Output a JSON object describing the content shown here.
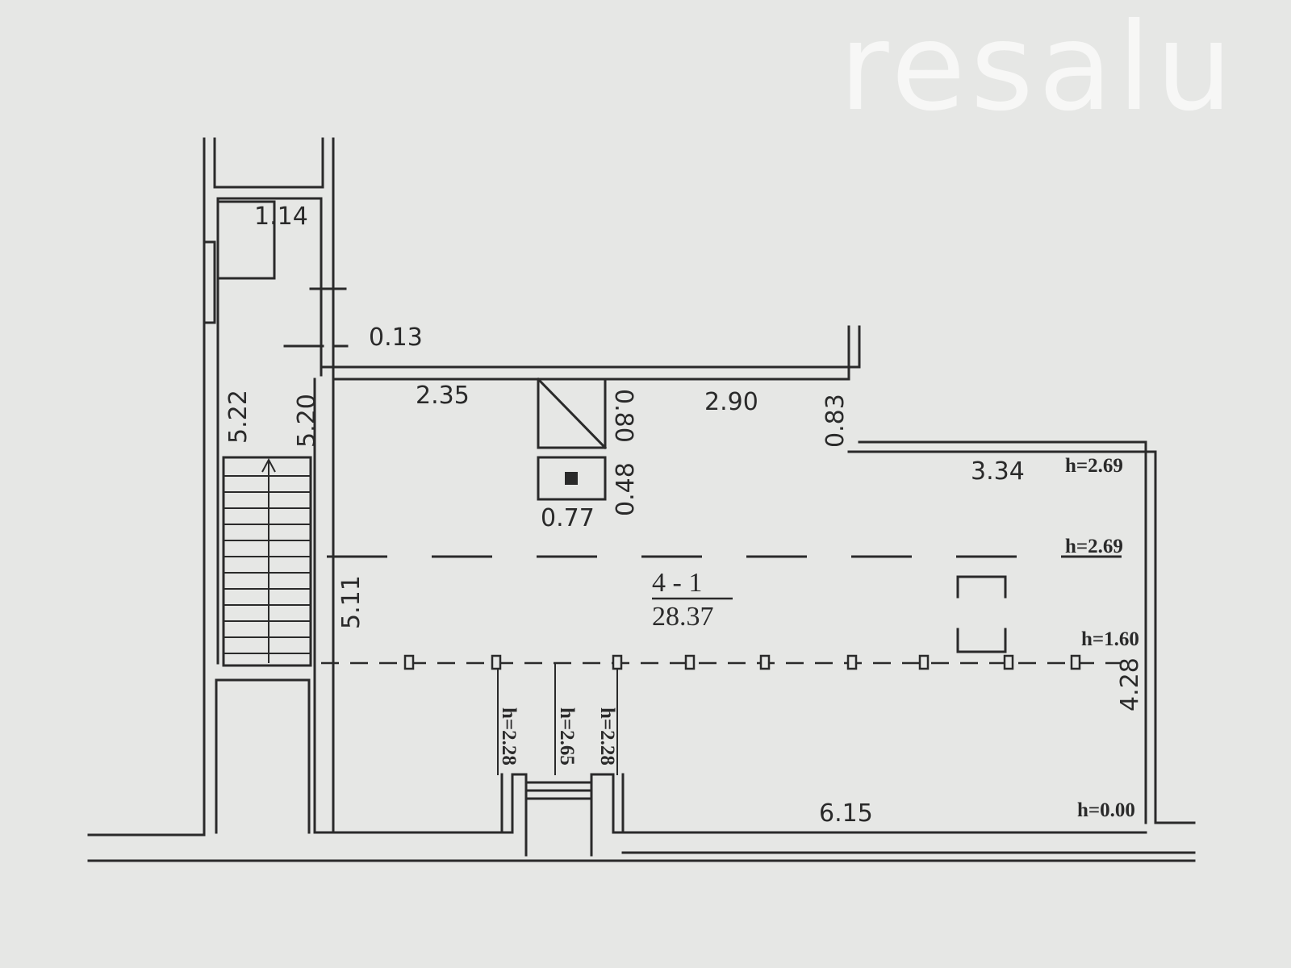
{
  "watermark": "resalu",
  "room": {
    "number": "4 - 1",
    "area": "28.37"
  },
  "dimensions": {
    "stair_width": "1.14",
    "wall_thickness": "0.13",
    "stair_len_outer": "5.22",
    "stair_len_inner": "5.20",
    "north_wall_left": "2.35",
    "north_wall_right": "2.90",
    "chimney_depth": "0.80",
    "bay_depth": "0.83",
    "bay_wall": "3.34",
    "box_depth": "0.48",
    "box_width": "0.77",
    "west_wall": "5.11",
    "east_wall": "4.28",
    "south_wall": "6.15"
  },
  "heights": {
    "h_top": "h=2.69",
    "h_mid": "h=2.69",
    "h_beam": "h=1.60",
    "h_floor": "h=0.00",
    "h_door_left": "h=2.28",
    "h_door_center": "h=2.65",
    "h_door_right": "h=2.28"
  },
  "colors": {
    "paper": "#e6e7e5",
    "ink": "#2a2a2a"
  }
}
